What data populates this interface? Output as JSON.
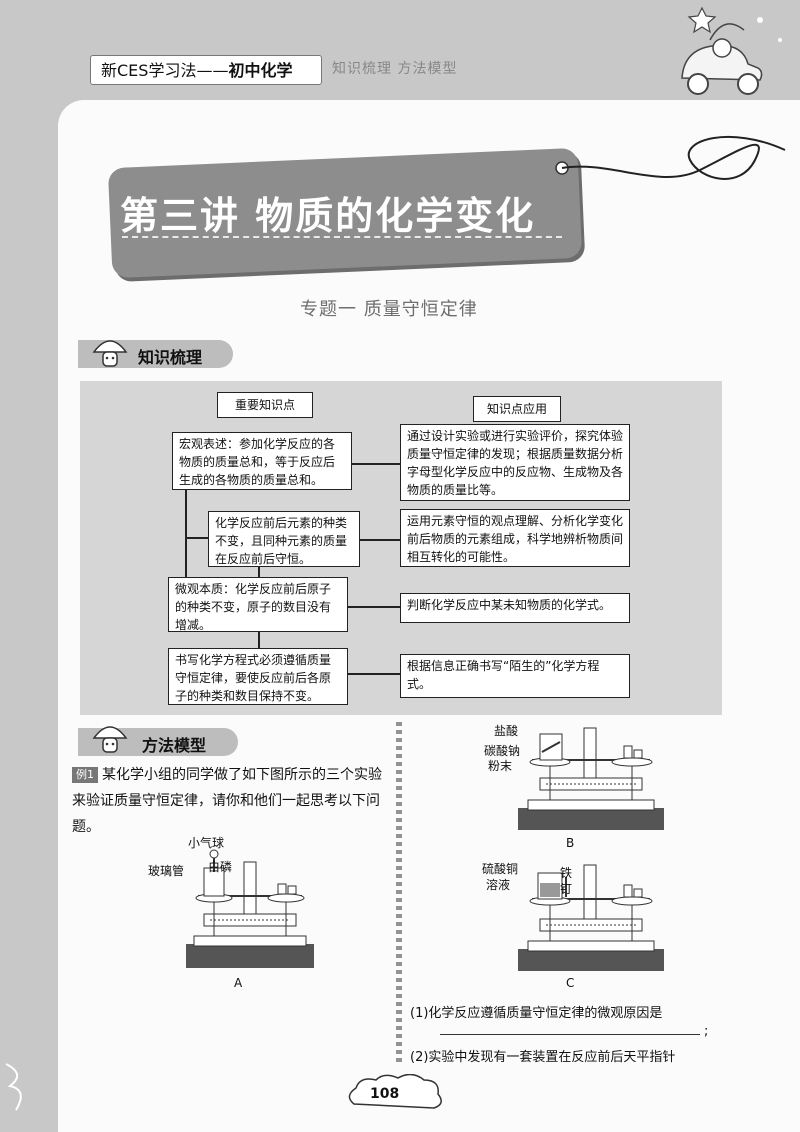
{
  "header": {
    "series_prefix": "新CES学习法",
    "series_sep": "——",
    "series_subject": "初中化学",
    "ghost_text": "知识梳理  方法模型"
  },
  "chapter": {
    "title": "第三讲 物质的化学变化"
  },
  "topic": {
    "title": "专题一  质量守恒定律"
  },
  "sections": {
    "knowledge": "知识梳理",
    "method": "方法模型"
  },
  "diagram": {
    "left_header": "重要知识点",
    "right_header": "知识点应用",
    "left_items": [
      "宏观表述：参加化学反应的各物质的质量总和，等于反应后生成的各物质的质量总和。",
      "化学反应前后元素的种类不变，且同种元素的质量在反应前后守恒。",
      "微观本质：化学反应前后原子的种类不变，原子的数目没有增减。",
      "书写化学方程式必须遵循质量守恒定律，要使反应前后各原子的种类和数目保持不变。"
    ],
    "right_items": [
      "通过设计实验或进行实验评价，探究体验质量守恒定律的发现；根据质量数据分析字母型化学反应中的反应物、生成物及各物质的质量比等。",
      "运用元素守恒的观点理解、分析化学变化前后物质的元素组成，科学地辨析物质间相互转化的可能性。",
      "判断化学反应中某未知物质的化学式。",
      "根据信息正确书写“陌生的”化学方程式。"
    ]
  },
  "example": {
    "badge": "例1",
    "text": "某化学小组的同学做了如下图所示的三个实验来验证质量守恒定律，请你和他们一起思考以下问题。"
  },
  "apparatus": {
    "a": {
      "label": "A",
      "balloon": "小气球",
      "tube": "玻璃管",
      "phosphorus": "白磷"
    },
    "b": {
      "label": "B",
      "acid": "盐酸",
      "carbonate_1": "碳酸钠",
      "carbonate_2": "粉末"
    },
    "c": {
      "label": "C",
      "sulfate_1": "硫酸铜",
      "sulfate_2": "溶液",
      "nail_1": "铁",
      "nail_2": "钉"
    }
  },
  "questions": {
    "q1": "(1)化学反应遵循质量守恒定律的微观原因是",
    "q1_end": ";",
    "q2": "(2)实验中发现有一套装置在反应前后天平指针"
  },
  "page": {
    "number": "108"
  }
}
